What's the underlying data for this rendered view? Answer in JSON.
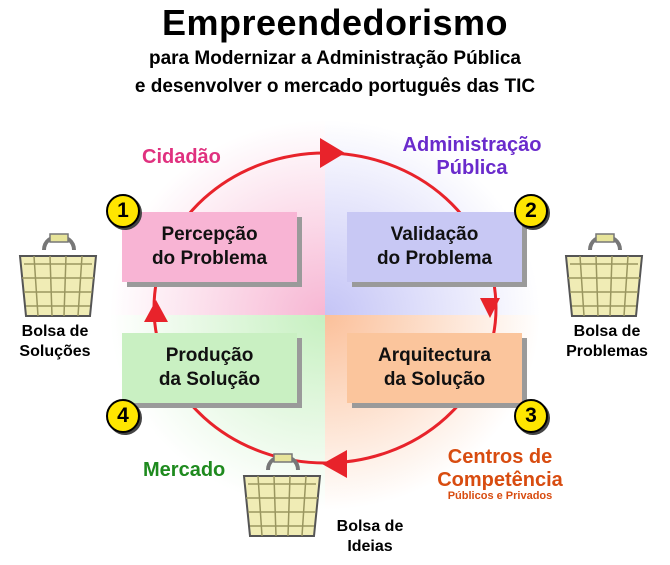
{
  "header": {
    "title": "Empreendedorismo",
    "subtitle_line1": "para Modernizar a Administração Pública",
    "subtitle_line2": "e desenvolver o mercado português das TIC"
  },
  "quadrant_labels": {
    "cidadao": "Cidadão",
    "administracao_line1": "Administração",
    "administracao_line2": "Pública",
    "mercado": "Mercado",
    "centros_line1": "Centros de",
    "centros_line2": "Competência",
    "centros_sub": "Públicos e Privados"
  },
  "steps": [
    {
      "number": "1",
      "line1": "Percepção",
      "line2": "do Problema",
      "color": "#f8b4d4"
    },
    {
      "number": "2",
      "line1": "Validação",
      "line2": "do Problema",
      "color": "#c8c8f4"
    },
    {
      "number": "3",
      "line1": "Arquitectura",
      "line2": "da Solução",
      "color": "#fbc59c"
    },
    {
      "number": "4",
      "line1": "Produção",
      "line2": "da Solução",
      "color": "#c9f0c2"
    }
  ],
  "bags": {
    "solucoes": {
      "line1": "Bolsa de",
      "line2": "Soluções"
    },
    "problemas": {
      "line1": "Bolsa de",
      "line2": "Problemas"
    },
    "ideias": {
      "line1": "Bolsa de",
      "line2": "Ideias"
    }
  },
  "colors": {
    "cycle": "#e8232b",
    "badge": "#ffe600",
    "cidadao": "#e0317f",
    "administracao": "#6a2bcc",
    "mercado": "#1e8a1e",
    "centros": "#d84c10"
  }
}
